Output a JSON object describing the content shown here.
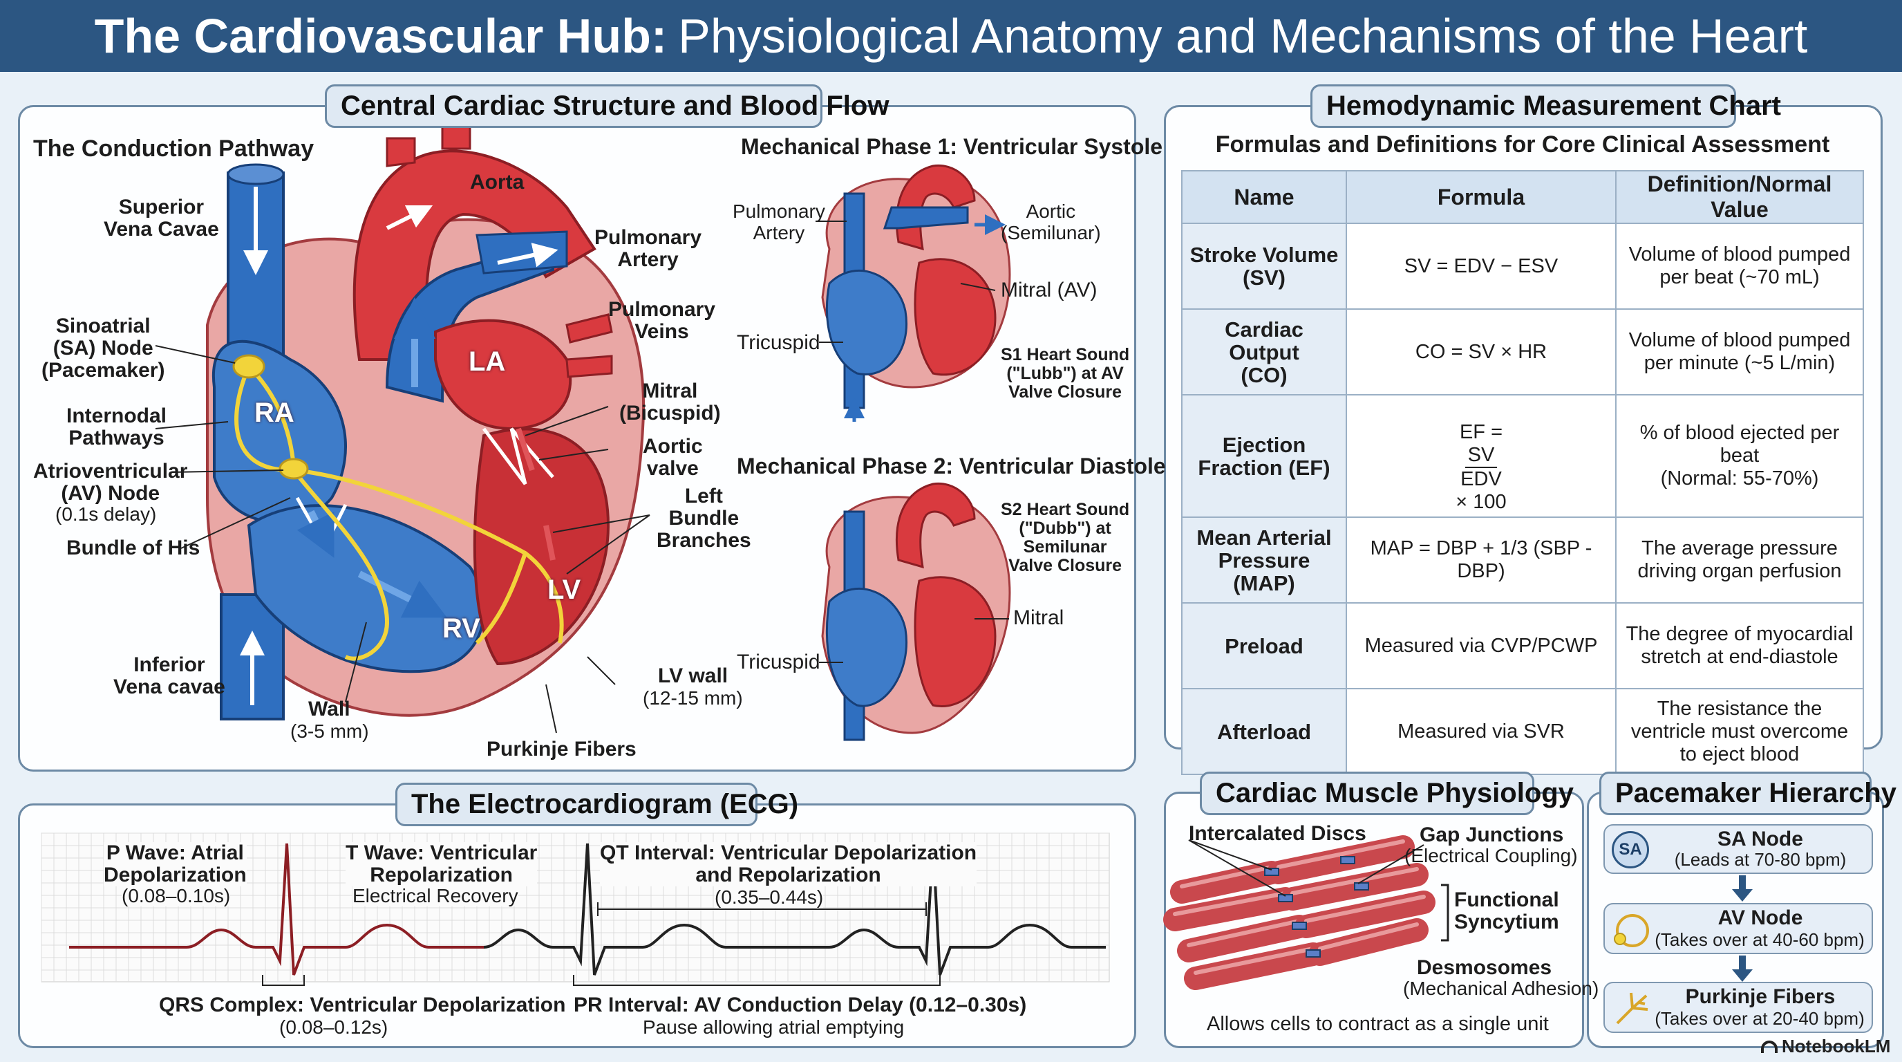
{
  "title": {
    "bold": "The Cardiovascular Hub:",
    "rest": "Physiological Anatomy and Mechanisms of the Heart"
  },
  "structure": {
    "panel_title": "Central Cardiac Structure and Blood Flow",
    "conduction_heading": "The Conduction Pathway",
    "labels": {
      "superior_vc": "Superior\nVena Cavae",
      "aorta": "Aorta",
      "pulmonary_artery": "Pulmonary\nArtery",
      "pulmonary_veins": "Pulmonary\nVeins",
      "sa_node": "Sinoatrial\n(SA) Node\n(Pacemaker)",
      "internodal": "Internodal\nPathways",
      "av_node": "Atrioventricular\n(AV) Node",
      "av_delay": "(0.1s delay)",
      "bundle_his": "Bundle of His",
      "mitral": "Mitral\n(Bicuspid)",
      "aortic_valve": "Aortic\nvalve",
      "left_bundle": "Left\nBundle\nBranches",
      "inferior_vc": "Inferior\nVena cavae",
      "wall": "Wall",
      "wall_size": "(3-5 mm)",
      "purkinje": "Purkinje Fibers",
      "lv_wall": "LV wall",
      "lv_wall_size": "(12-15 mm)",
      "ra": "RA",
      "la": "LA",
      "rv": "RV",
      "lv": "LV"
    },
    "systole": {
      "heading": "Mechanical Phase 1: Ventricular Systole",
      "pulmonary_artery": "Pulmonary\nArtery",
      "aortic": "Aortic\n(Semilunar)",
      "mitral": "Mitral (AV)",
      "tricuspid": "Tricuspid",
      "s1": "S1 Heart Sound\n(\"Lubb\") at AV\nValve Closure"
    },
    "diastole": {
      "heading": "Mechanical Phase 2: Ventricular Diastole",
      "s2": "S2 Heart Sound\n(\"Dubb\") at\nSemilunar\nValve Closure",
      "mitral": "Mitral",
      "tricuspid": "Tricuspid"
    }
  },
  "hemo": {
    "panel_title": "Hemodynamic Measurement Chart",
    "subtitle": "Formulas and Definitions for Core Clinical Assessment",
    "headers": [
      "Name",
      "Formula",
      "Definition/Normal Value"
    ],
    "rows": [
      {
        "name": "Stroke Volume\n(SV)",
        "formula": "SV = EDV − ESV",
        "def": "Volume of blood pumped\nper beat (~70 mL)"
      },
      {
        "name": "Cardiac Output\n(CO)",
        "formula": "CO = SV × HR",
        "def": "Volume of blood pumped\nper minute (~5 L/min)"
      },
      {
        "name": "Ejection\nFraction (EF)",
        "formula_pre": "EF =",
        "formula_num": "SV",
        "formula_den": "EDV",
        "formula_post": "× 100",
        "def": "% of blood ejected per beat\n(Normal: 55-70%)"
      },
      {
        "name": "Mean Arterial\nPressure (MAP)",
        "formula": "MAP = DBP + 1/3 (SBP - DBP)",
        "def": "The average pressure\ndriving organ perfusion"
      },
      {
        "name": "Preload",
        "formula": "Measured via CVP/PCWP",
        "def": "The degree of myocardial\nstretch at end-diastole"
      },
      {
        "name": "Afterload",
        "formula": "Measured via SVR",
        "def": "The resistance the\nventricle must overcome\nto eject blood"
      }
    ]
  },
  "ecg": {
    "panel_title": "The Electrocardiogram (ECG)",
    "p_wave": "P Wave: Atrial\nDepolarization",
    "p_time": "(0.08–0.10s)",
    "t_wave": "T Wave: Ventricular\nRepolarization",
    "t_sub": "Electrical Recovery",
    "qt": "QT Interval: Ventricular Depolarization\nand Repolarization",
    "qt_time": "(0.35–0.44s)",
    "qrs": "QRS Complex: Ventricular Depolarization",
    "qrs_time": "(0.08–0.12s)",
    "pr": "PR Interval: AV Conduction Delay (0.12–0.30s)",
    "pr_sub": "Pause allowing atrial emptying"
  },
  "muscle": {
    "panel_title": "Cardiac Muscle Physiology",
    "intercalated": "Intercalated Discs",
    "gap": "Gap Junctions",
    "gap_sub": "(Electrical Coupling)",
    "syncytium": "Functional\nSyncytium",
    "desmosomes": "Desmosomes",
    "desmosomes_sub": "(Mechanical Adhesion)",
    "caption": "Allows cells to contract as a single unit"
  },
  "pacemaker": {
    "panel_title": "Pacemaker Hierarchy",
    "sa_badge": "SA",
    "items": [
      {
        "name": "SA Node",
        "sub": "(Leads at 70-80 bpm)"
      },
      {
        "name": "AV Node",
        "sub": "(Takes over at 40-60 bpm)"
      },
      {
        "name": "Purkinje Fibers",
        "sub": "(Takes over at 20-40 bpm)"
      }
    ]
  },
  "brand": "NotebookLM",
  "colors": {
    "header": "#2c5682",
    "oxygenated": "#d93a3f",
    "deoxygenated": "#2f6fc0",
    "conduction": "#f2d43a",
    "panel_border": "#6d8aa5"
  }
}
